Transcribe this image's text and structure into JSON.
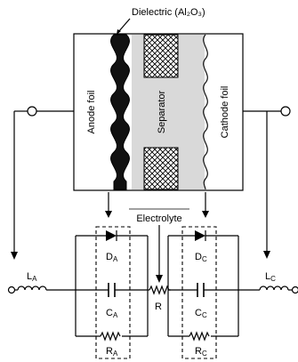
{
  "labels": {
    "dielectric": "Dielectric (Al₂O₃)",
    "anode_foil": "Anode foil",
    "separator": "Separator",
    "cathode_foil": "Cathode foil",
    "electrolyte": "Electrolyte",
    "la_main": "L",
    "la_sub": "A",
    "lc_main": "L",
    "lc_sub": "C",
    "da_main": "D",
    "da_sub": "A",
    "dc_main": "D",
    "dc_sub": "C",
    "ca_main": "C",
    "ca_sub": "A",
    "cc_main": "C",
    "cc_sub": "C",
    "r": "R",
    "ra_main": "R",
    "ra_sub": "A",
    "rc_main": "R",
    "rc_sub": "C"
  },
  "colors": {
    "line": "#000000",
    "separator_fill": "#d9d9d9",
    "dielectric_fill": "#111111"
  }
}
